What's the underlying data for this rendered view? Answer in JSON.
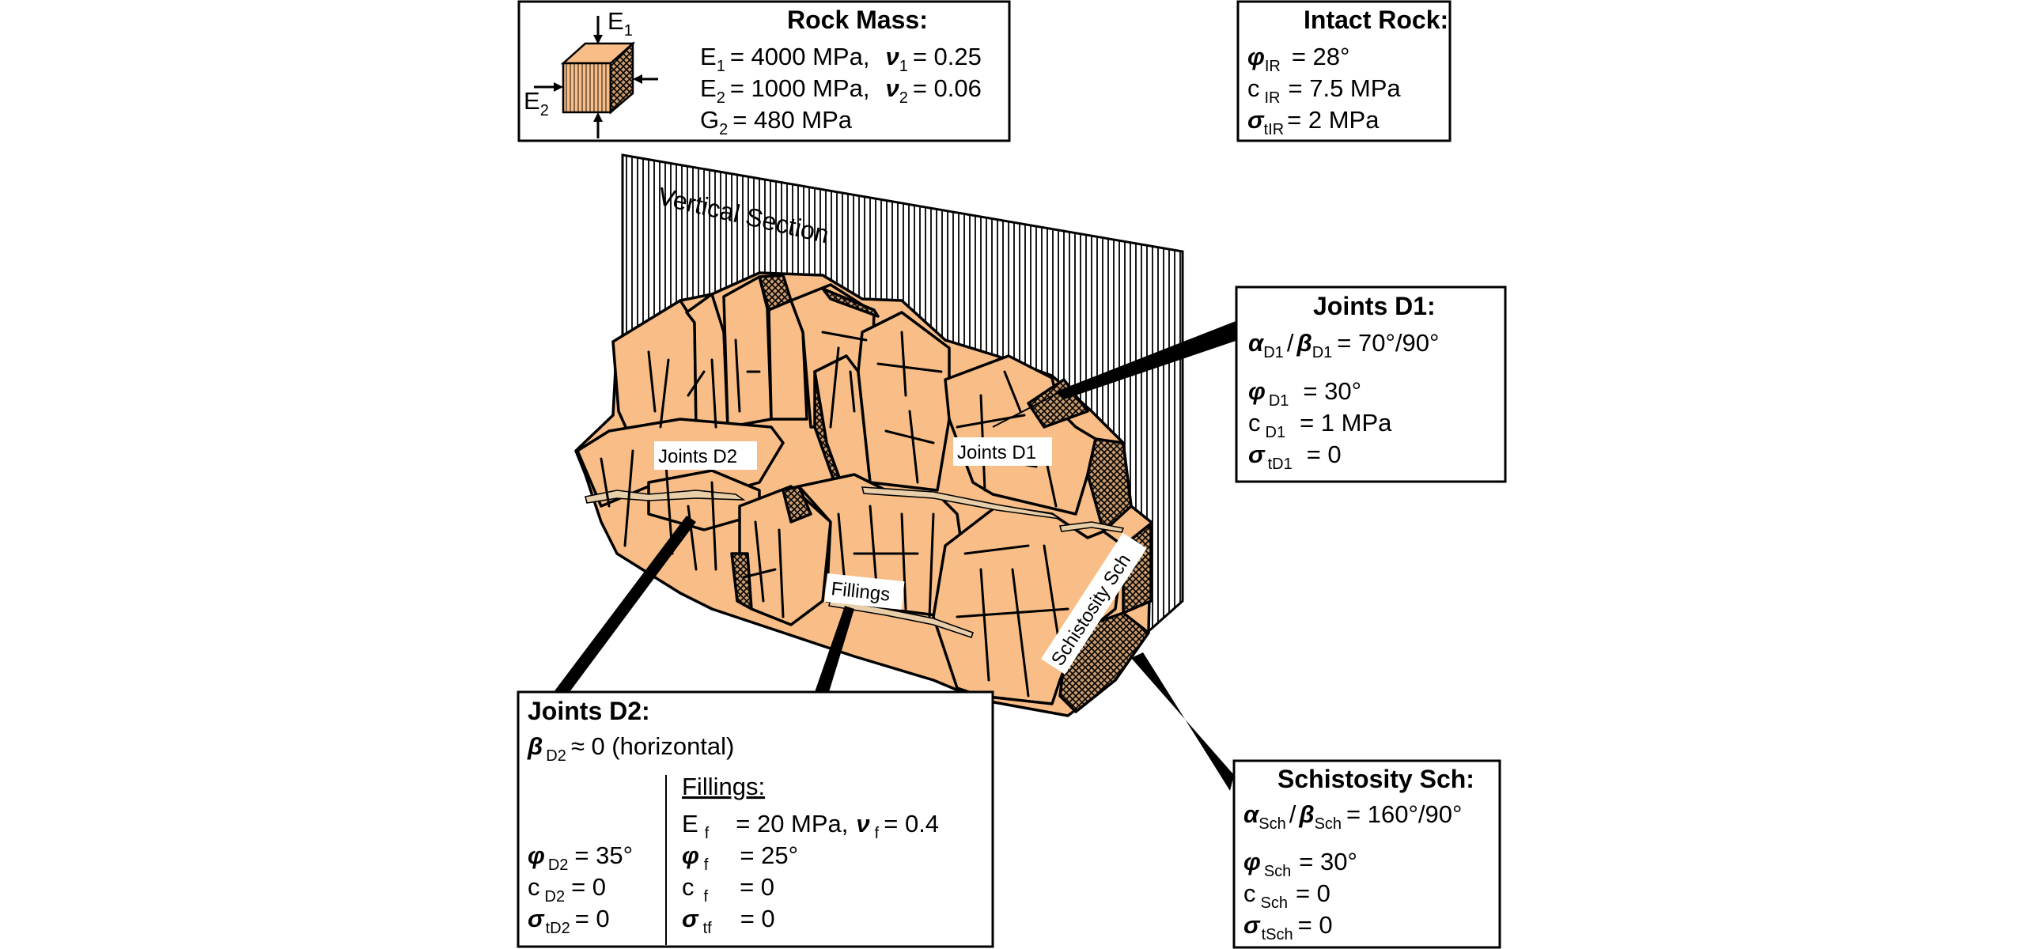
{
  "rock_mass": {
    "title": "Rock Mass:",
    "cube_e1": "E",
    "cube_e1_sub": "1",
    "cube_e2": "E",
    "cube_e2_sub": "2",
    "line1": {
      "e": "E",
      "e_sub": "1",
      "e_val": "= 4000 MPa,",
      "nu": "ν",
      "nu_sub": "1",
      "nu_val": "= 0.25"
    },
    "line2": {
      "e": "E",
      "e_sub": "2",
      "e_val": "= 1000 MPa,",
      "nu": "ν",
      "nu_sub": "2",
      "nu_val": "= 0.06"
    },
    "line3": {
      "g": "G",
      "g_sub": "2",
      "g_val": "=   480 MPa"
    }
  },
  "intact_rock": {
    "title": "Intact Rock:",
    "rows": [
      {
        "sym": "φ",
        "sym_bold": true,
        "sub": "IR",
        "val": "= 28°"
      },
      {
        "sym": "c",
        "sym_bold": false,
        "sub": "IR",
        "val": "= 7.5 MPa"
      },
      {
        "sym": "σ",
        "sym_bold": true,
        "sub": "tIR",
        "val": "= 2 MPa"
      }
    ]
  },
  "joints_d1": {
    "title": "Joints D1:",
    "orient": {
      "a": "α",
      "a_sub": "D1",
      "slash": "/",
      "b": "β",
      "b_sub": "D1",
      "val": "= 70°/90°"
    },
    "rows": [
      {
        "sym": "φ",
        "sym_bold": true,
        "sub": "D1",
        "val": "=  30°"
      },
      {
        "sym": "c",
        "sym_bold": false,
        "sub": "D1",
        "val": "=  1 MPa"
      },
      {
        "sym": "σ",
        "sym_bold": true,
        "sub": "tD1",
        "val": "=  0"
      }
    ]
  },
  "joints_d2": {
    "title": "Joints D2:",
    "orient": {
      "b": "β",
      "b_sub": "D2",
      "val": "≈ 0 (horizontal)"
    },
    "rows": [
      {
        "sym": "φ",
        "sym_bold": true,
        "sub": "D2",
        "val": "= 35°"
      },
      {
        "sym": "c",
        "sym_bold": false,
        "sub": "D2",
        "val": "= 0"
      },
      {
        "sym": "σ",
        "sym_bold": true,
        "sub": "tD2",
        "val": "= 0"
      }
    ],
    "fillings_title": "Fillings:",
    "fillings_rows": [
      {
        "sym": "E",
        "sym_bold": false,
        "sub": "f",
        "val": "= 20 MPa,",
        "extra": "ν",
        "extra_sub": "f",
        "extra_val": "= 0.4"
      },
      {
        "sym": "φ",
        "sym_bold": true,
        "sub": "f",
        "val": "= 25°"
      },
      {
        "sym": "c",
        "sym_bold": false,
        "sub": "f",
        "val": "= 0"
      },
      {
        "sym": "σ",
        "sym_bold": true,
        "sub": "tf",
        "val": "= 0"
      }
    ]
  },
  "schistosity": {
    "title": "Schistosity Sch:",
    "orient": {
      "a": "α",
      "a_sub": "Sch",
      "slash": "/",
      "b": "β",
      "b_sub": "Sch",
      "val": "= 160°/90°"
    },
    "rows": [
      {
        "sym": "φ",
        "sym_bold": true,
        "sub": "Sch",
        "val": "=  30°"
      },
      {
        "sym": "c",
        "sym_bold": false,
        "sub": "Sch",
        "val": "=  0"
      },
      {
        "sym": "σ",
        "sym_bold": true,
        "sub": "tSch",
        "val": "=  0"
      }
    ]
  },
  "diagram_labels": {
    "vertical_section": "Vertical Section",
    "joints_d1": "Joints D1",
    "joints_d2": "Joints D2",
    "fillings": "Fillings",
    "schistosity": "Schistosity Sch"
  },
  "colors": {
    "rock": "#F9BE87",
    "line": "#000000",
    "background": "#FFFFFF"
  }
}
